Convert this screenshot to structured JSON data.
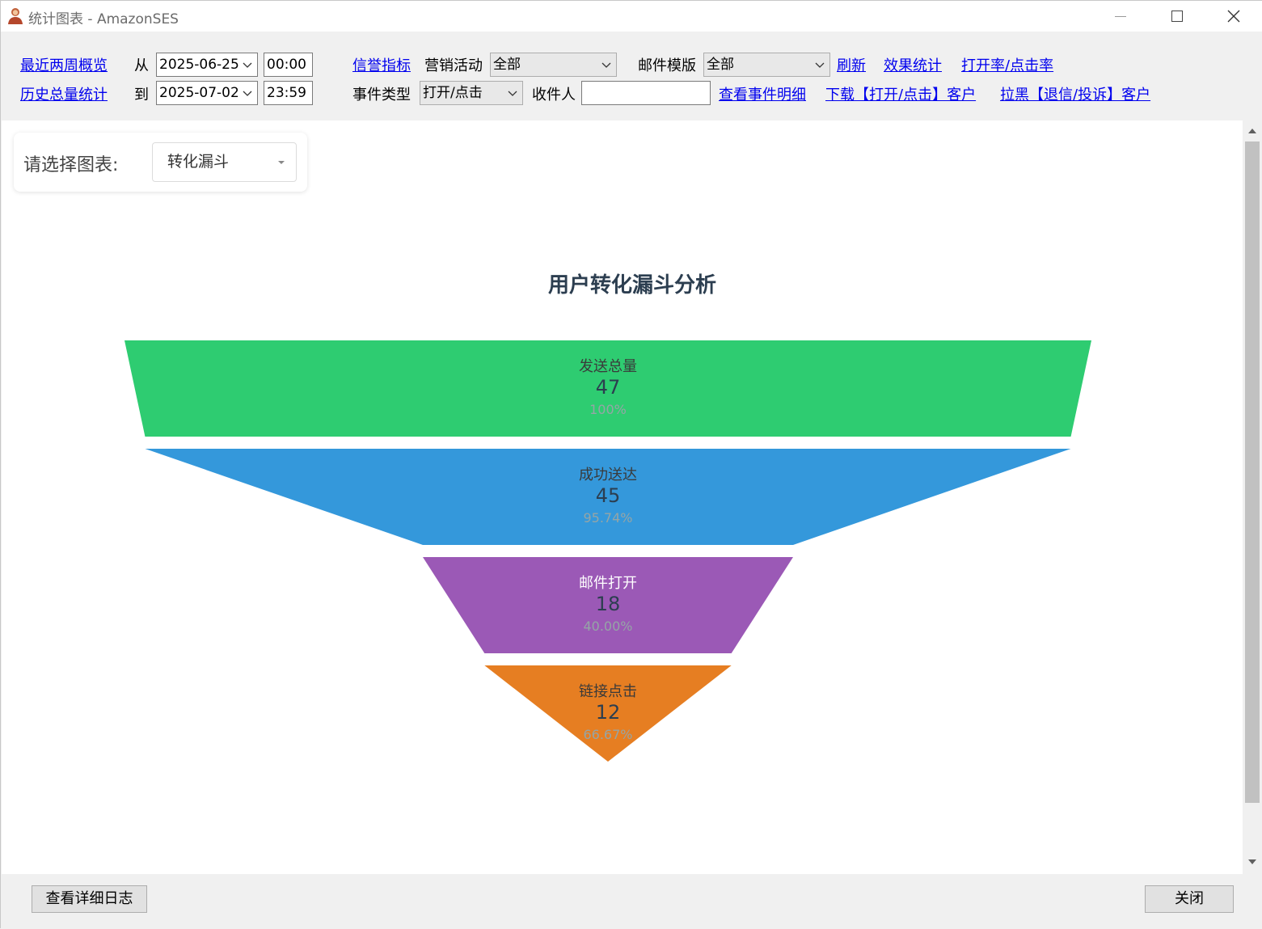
{
  "window": {
    "title": "统计图表 - AmazonSES"
  },
  "toolbar": {
    "recent_two_weeks": "最近两周概览",
    "history_total": "历史总量统计",
    "from_label": "从",
    "to_label": "到",
    "from_date": "2025-06-25",
    "from_time": "00:00",
    "to_date": "2025-07-02",
    "to_time": "23:59",
    "reputation_link": "信誉指标",
    "campaign_label": "营销活动",
    "campaign_value": "全部",
    "template_label": "邮件模版",
    "template_value": "全部",
    "refresh_link": "刷新",
    "effect_stats_link": "效果统计",
    "open_click_rate_link": "打开率/点击率",
    "event_type_label": "事件类型",
    "event_type_value": "打开/点击",
    "recipient_label": "收件人",
    "recipient_value": "",
    "view_event_detail_link": "查看事件明细",
    "download_link": "下载【打开/点击】客户",
    "blacklist_link": "拉黑【退信/投诉】客户"
  },
  "chart_selector": {
    "label": "请选择图表:",
    "value": "转化漏斗"
  },
  "chart_data": {
    "type": "funnel",
    "title": "用户转化漏斗分析",
    "stages": [
      {
        "name": "发送总量",
        "value": 47,
        "percent": "100%",
        "color": "#2ecc71"
      },
      {
        "name": "成功送达",
        "value": 45,
        "percent": "95.74%",
        "color": "#3498db"
      },
      {
        "name": "邮件打开",
        "value": 18,
        "percent": "40.00%",
        "color": "#9b59b6"
      },
      {
        "name": "链接点击",
        "value": 12,
        "percent": "66.67%",
        "color": "#e67e22"
      }
    ]
  },
  "footer": {
    "view_log_button": "查看详细日志",
    "close_button": "关闭"
  }
}
